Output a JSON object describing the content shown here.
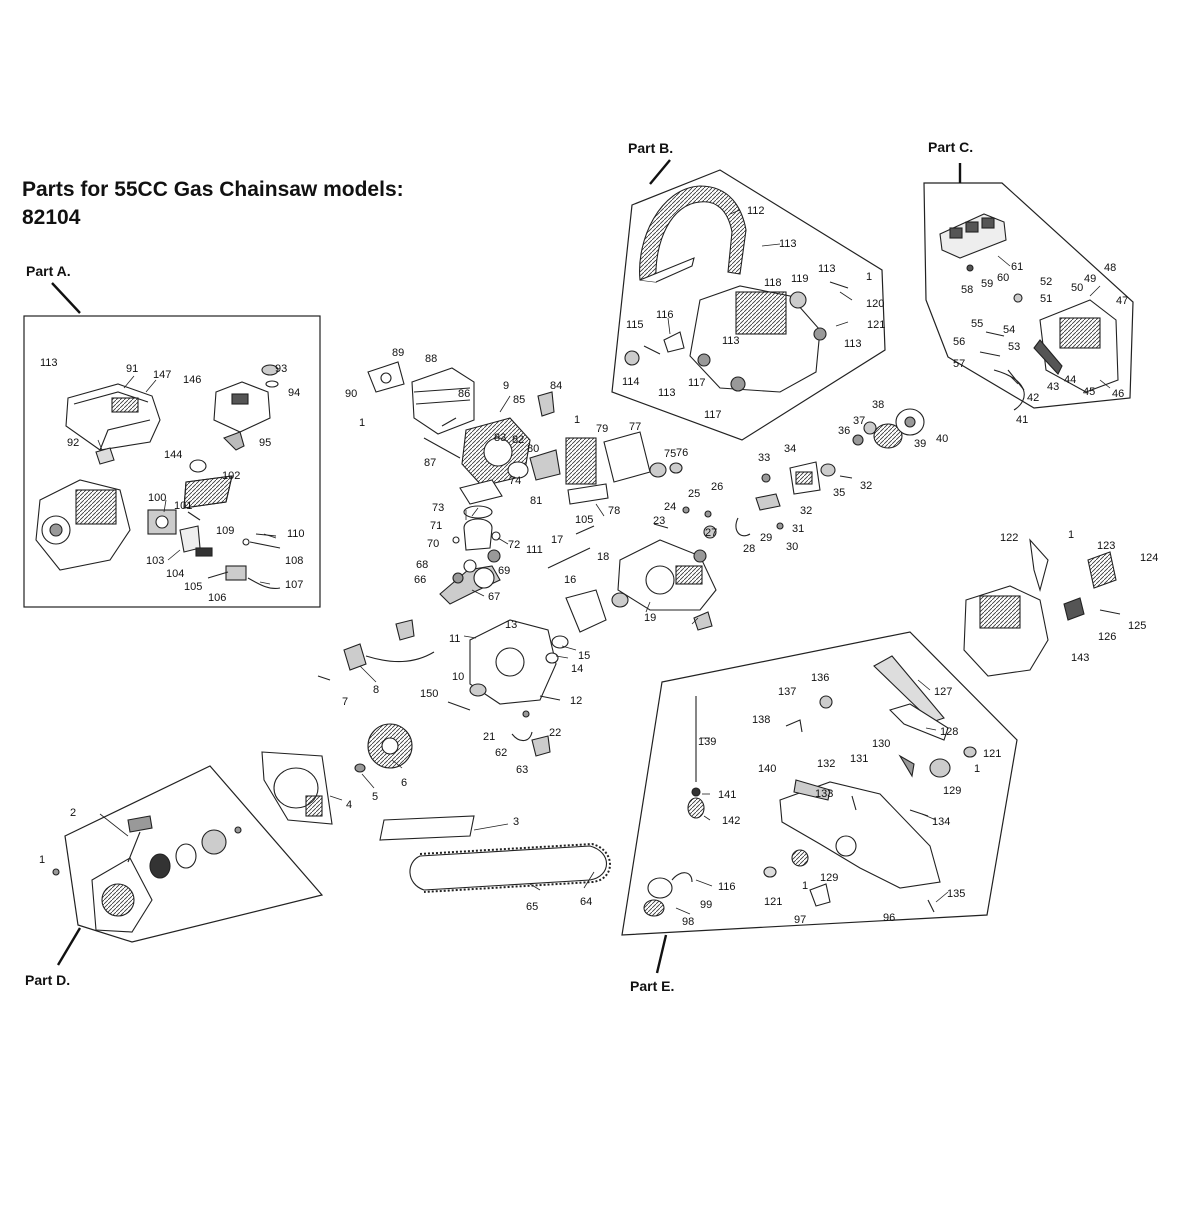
{
  "title_line1": "Parts for 55CC Gas Chainsaw models:",
  "title_line2": "82104",
  "parts": {
    "a": "Part A.",
    "b": "Part B.",
    "c": "Part C.",
    "d": "Part D.",
    "e": "Part E."
  },
  "colors": {
    "line": "#222222",
    "fill": "#ffffff",
    "shade": "#cfcfcf",
    "dark": "#444444"
  },
  "callouts": [
    "113",
    "91",
    "147",
    "146",
    "93",
    "94",
    "92",
    "144",
    "95",
    "102",
    "100",
    "101",
    "109",
    "110",
    "103",
    "104",
    "108",
    "105",
    "106",
    "107",
    "112",
    "113",
    "118",
    "119",
    "113",
    "1",
    "120",
    "115",
    "116",
    "121",
    "113",
    "114",
    "113",
    "117",
    "117",
    "113",
    "61",
    "60",
    "59",
    "58",
    "52",
    "48",
    "49",
    "50",
    "51",
    "47",
    "55",
    "54",
    "56",
    "53",
    "57",
    "43",
    "44",
    "42",
    "45",
    "46",
    "41",
    "89",
    "88",
    "90",
    "1",
    "86",
    "9",
    "84",
    "85",
    "87",
    "83",
    "82",
    "1",
    "79",
    "77",
    "76",
    "75",
    "81",
    "80",
    "78",
    "74",
    "73",
    "71",
    "70",
    "72",
    "68",
    "66",
    "69",
    "67",
    "111",
    "17",
    "105",
    "18",
    "16",
    "13",
    "11",
    "19",
    "15",
    "14",
    "12",
    "10",
    "150",
    "21",
    "22",
    "62",
    "63",
    "7",
    "8",
    "6",
    "5",
    "4",
    "3",
    "65",
    "64",
    "23",
    "24",
    "25",
    "26",
    "27",
    "28",
    "29",
    "30",
    "31",
    "32",
    "33",
    "34",
    "35",
    "32",
    "36",
    "37",
    "38",
    "39",
    "40",
    "2",
    "1",
    "122",
    "1",
    "123",
    "124",
    "125",
    "126",
    "143",
    "136",
    "137",
    "138",
    "139",
    "127",
    "128",
    "130",
    "121",
    "131",
    "132",
    "133",
    "1",
    "129",
    "140",
    "141",
    "142",
    "134",
    "129",
    "116",
    "99",
    "98",
    "121",
    "1",
    "97",
    "96",
    "135"
  ]
}
